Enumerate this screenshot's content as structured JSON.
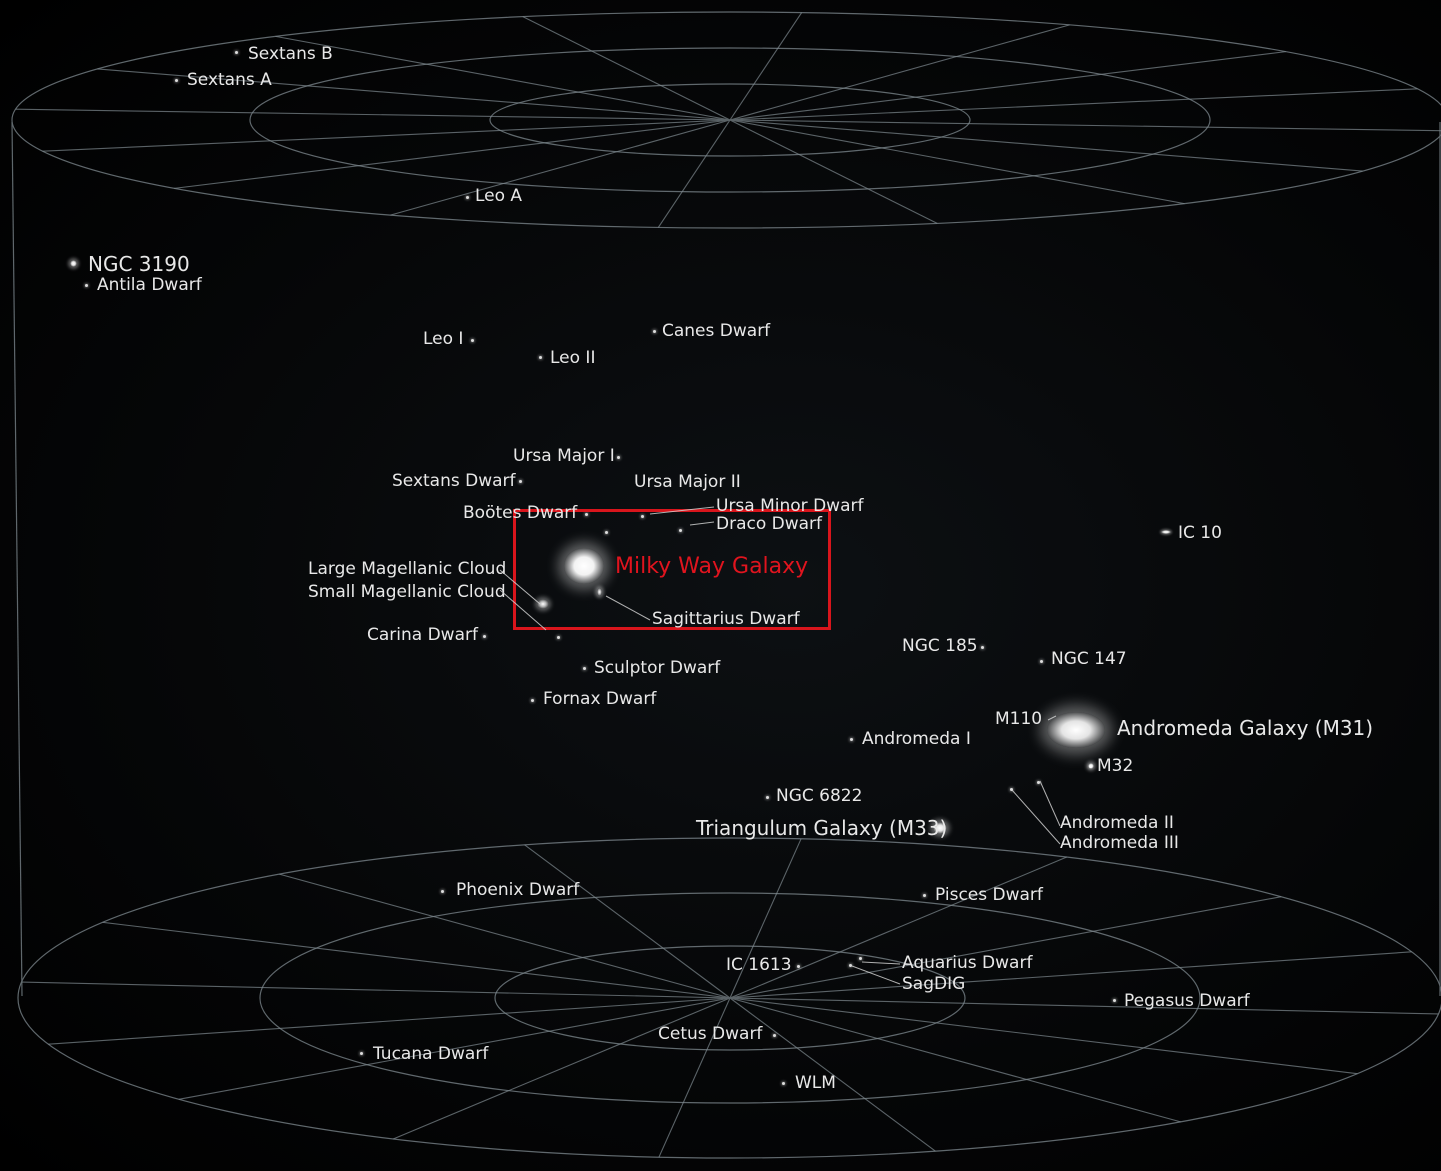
{
  "labels": {
    "sextans_b": "Sextans B",
    "sextans_a": "Sextans A",
    "leo_a": "Leo A",
    "ngc3190": "NGC 3190",
    "antila": "Antila Dwarf",
    "leo_i": "Leo I",
    "leo_ii": "Leo II",
    "canes": "Canes Dwarf",
    "ursa_major_i": "Ursa Major I",
    "sextans_dwarf": "Sextans Dwarf",
    "ursa_major_ii": "Ursa Major II",
    "bootes": "Boötes Dwarf",
    "ursa_minor": "Ursa Minor Dwarf",
    "draco": "Draco Dwarf",
    "milky_way": "Milky Way Galaxy",
    "lmc": "Large Magellanic Cloud",
    "smc": "Small Magellanic Cloud",
    "sagittarius": "Sagittarius Dwarf",
    "carina": "Carina Dwarf",
    "sculptor": "Sculptor Dwarf",
    "fornax": "Fornax Dwarf",
    "ic10": "IC 10",
    "ngc185": "NGC 185",
    "ngc147": "NGC 147",
    "m110": "M110",
    "andromeda_galaxy": "Andromeda Galaxy (M31)",
    "andromeda_i": "Andromeda I",
    "m32": "M32",
    "ngc6822": "NGC 6822",
    "triangulum": "Triangulum Galaxy (M33)",
    "andromeda_ii": "Andromeda II",
    "andromeda_iii": "Andromeda III",
    "phoenix": "Phoenix Dwarf",
    "pisces": "Pisces Dwarf",
    "ic1613": "IC 1613",
    "aquarius": "Aquarius Dwarf",
    "sagdig": "SagDIG",
    "pegasus": "Pegasus Dwarf",
    "cetus": "Cetus Dwarf",
    "tucana": "Tucana Dwarf",
    "wlm": "WLM"
  },
  "colors": {
    "background": "#000000",
    "grid": "#8a9499",
    "label": "#e8e8e8",
    "highlight": "#d9151c"
  }
}
